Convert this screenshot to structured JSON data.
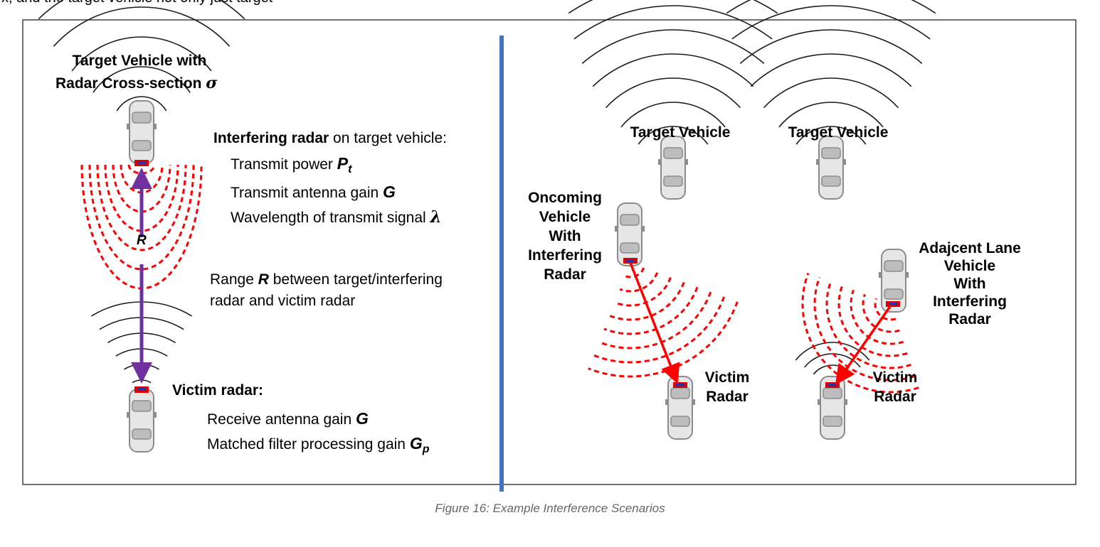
{
  "top_clipped_text": "x, and the target vehicle not only just target",
  "left": {
    "target_title_line1": "Target Vehicle with",
    "target_title_line2": "Radar Cross-section",
    "sigma": "σ",
    "interfering_heading_bold": "Interfering radar",
    "interfering_heading_rest": " on target vehicle:",
    "tx_power_text": "Transmit power ",
    "tx_power_sym": "P",
    "tx_power_sub": "t",
    "tx_gain_text": "Transmit antenna gain ",
    "tx_gain_sym": "G",
    "wavelength_text": "Wavelength of transmit signal ",
    "lambda": "λ",
    "range_sym": "R",
    "range_text_pre": "Range ",
    "range_text_sym": "R",
    "range_text_post": " between target/interfering",
    "range_text_line2": "radar and victim radar",
    "victim_heading": "Victim radar:",
    "rx_gain_text": "Receive antenna gain ",
    "rx_gain_sym": "G",
    "mf_gain_text": "Matched filter processing gain ",
    "mf_gain_sym": "G",
    "mf_gain_sub": "p"
  },
  "right": {
    "scenario1_target": "Target Vehicle",
    "scenario1_interferer": [
      "Oncoming",
      "Vehicle",
      "With",
      "Interfering",
      "Radar"
    ],
    "scenario1_victim": [
      "Victim",
      "Radar"
    ],
    "scenario2_target": "Target Vehicle",
    "scenario2_interferer": [
      "Adajcent Lane",
      "Vehicle",
      "With",
      "Interfering",
      "Radar"
    ],
    "scenario2_victim": [
      "Victim",
      "Radar"
    ]
  },
  "caption": "Figure 16: Example Interference Scenarios",
  "colors": {
    "divider": "#4472c4",
    "signal": "#ff0000",
    "range_arrow": "#7030a0",
    "car_body": "#e6e6e6",
    "car_outline": "#8c8c8c",
    "radar_box": "#e00000",
    "radar_dot": "#3030a0",
    "frame": "#404040",
    "caption": "#666666"
  }
}
